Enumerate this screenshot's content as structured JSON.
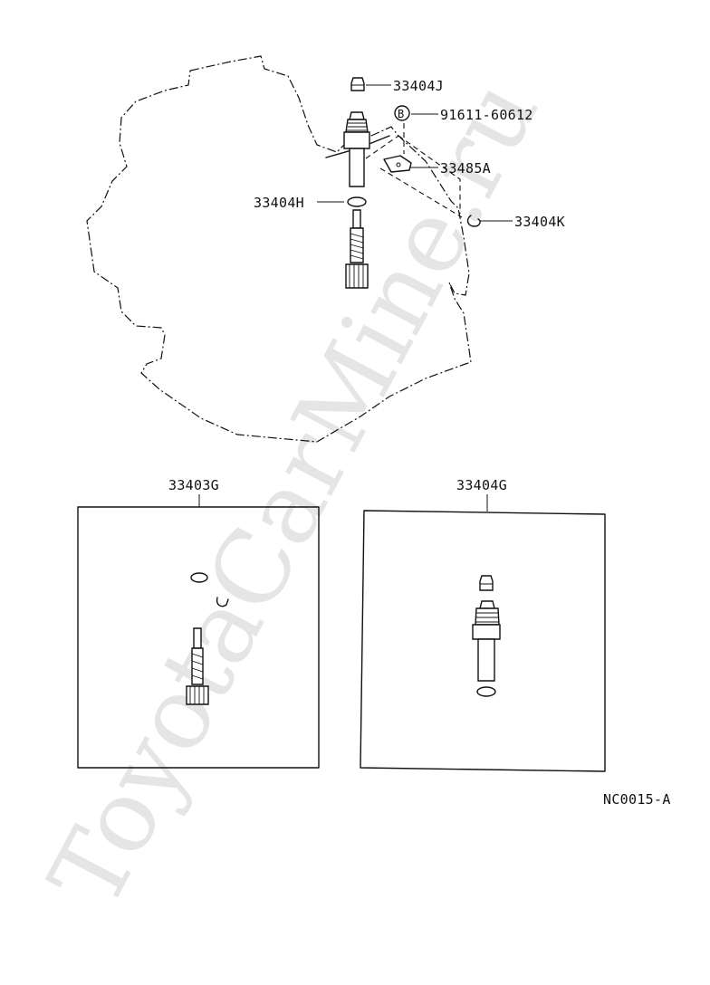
{
  "diagram": {
    "callouts": {
      "p33404J": "33404J",
      "bolt_code": "B",
      "p91611": "91611-60612",
      "p33485A": "33485A",
      "p33404H": "33404H",
      "p33404K": "33404K",
      "kit_left": "33403G",
      "kit_right": "33404G"
    },
    "figure_code": "NC0015-A",
    "watermark": "ToyotaCarMine.ru"
  }
}
